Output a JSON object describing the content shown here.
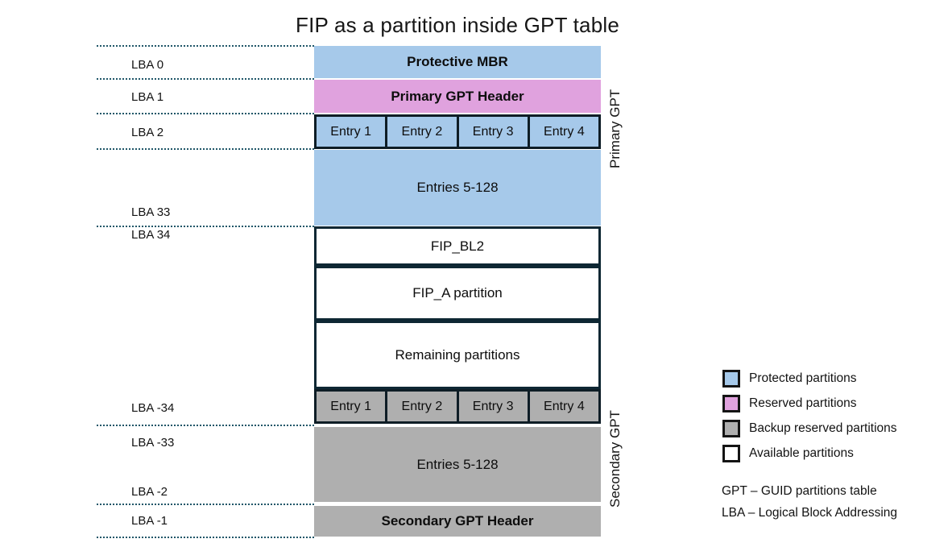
{
  "title": "FIP as a partition inside GPT table",
  "colors": {
    "protected": "#A6C9EA",
    "reserved": "#E0A2DE",
    "backup": "#AFAFAF",
    "available": "#FFFFFF",
    "outline": "#0E2733",
    "dotted_line": "#1F5668"
  },
  "lba_labels": [
    "LBA 0",
    "LBA 1",
    "LBA 2",
    "LBA 33",
    "LBA 34",
    "LBA -34",
    "LBA -33",
    "LBA -2",
    "LBA -1"
  ],
  "blocks": {
    "protective_mbr": "Protective MBR",
    "primary_gpt_header": "Primary GPT Header",
    "primary_entries": [
      "Entry 1",
      "Entry 2",
      "Entry 3",
      "Entry 4"
    ],
    "primary_entries_rest": "Entries 5-128",
    "fip_bl2": "FIP_BL2",
    "fip_a": "FIP_A partition",
    "remaining": "Remaining partitions",
    "secondary_entries": [
      "Entry 1",
      "Entry 2",
      "Entry 3",
      "Entry 4"
    ],
    "secondary_entries_rest": "Entries 5-128",
    "secondary_gpt_header": "Secondary GPT Header"
  },
  "side_labels": {
    "primary": "Primary GPT",
    "secondary": "Secondary GPT"
  },
  "legend": {
    "items": [
      {
        "label": "Protected partitions",
        "color_key": "protected"
      },
      {
        "label": "Reserved partitions",
        "color_key": "reserved"
      },
      {
        "label": "Backup reserved partitions",
        "color_key": "backup"
      },
      {
        "label": "Available partitions",
        "color_key": "available"
      }
    ]
  },
  "notes": [
    "GPT – GUID partitions table",
    "LBA – Logical Block Addressing"
  ]
}
